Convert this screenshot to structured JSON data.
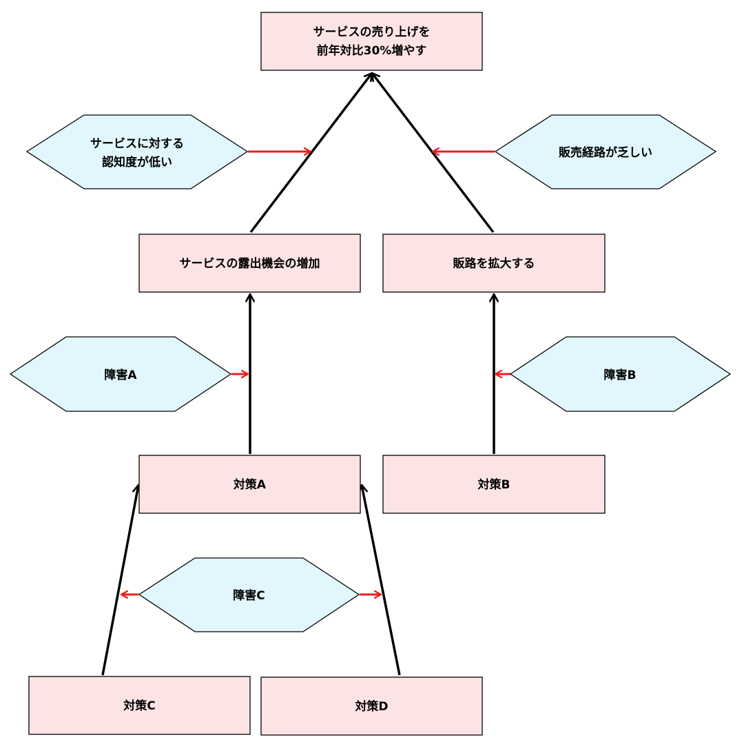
{
  "colors": {
    "box_fill": "#fde4e4",
    "hexagon_fill": "#e1f7fd",
    "stroke": "#000000",
    "contribution_arrow": "#000000",
    "obstacle_arrow": "#ee1c1c"
  },
  "nodes": {
    "goal": {
      "lines": [
        "サービスの売り上げを",
        "前年対比30%増やす"
      ]
    },
    "sub_goal_exposure": {
      "lines": [
        "サービスの露出機会の増加"
      ]
    },
    "sub_goal_channel": {
      "lines": [
        "販路を拡大する"
      ]
    },
    "measure_a": {
      "lines": [
        "対策A"
      ]
    },
    "measure_b": {
      "lines": [
        "対策B"
      ]
    },
    "measure_c": {
      "lines": [
        "対策C"
      ]
    },
    "measure_d": {
      "lines": [
        "対策D"
      ]
    },
    "obstacle_awareness": {
      "lines": [
        "サービスに対する",
        "認知度が低い"
      ]
    },
    "obstacle_channel": {
      "lines": [
        "販売経路が乏しい"
      ]
    },
    "obstacle_a": {
      "lines": [
        "障害A"
      ]
    },
    "obstacle_b": {
      "lines": [
        "障害B"
      ]
    },
    "obstacle_c": {
      "lines": [
        "障害C"
      ]
    }
  },
  "edges": [
    {
      "from": "sub_goal_exposure",
      "to": "goal",
      "kind": "contribution"
    },
    {
      "from": "sub_goal_channel",
      "to": "goal",
      "kind": "contribution"
    },
    {
      "from": "measure_a",
      "to": "sub_goal_exposure",
      "kind": "contribution"
    },
    {
      "from": "measure_b",
      "to": "sub_goal_channel",
      "kind": "contribution"
    },
    {
      "from": "measure_c",
      "to": "measure_a",
      "kind": "contribution"
    },
    {
      "from": "measure_d",
      "to": "measure_a",
      "kind": "contribution"
    },
    {
      "from": "obstacle_awareness",
      "to": "sub_goal_exposure->goal",
      "kind": "obstacle"
    },
    {
      "from": "obstacle_channel",
      "to": "sub_goal_channel->goal",
      "kind": "obstacle"
    },
    {
      "from": "obstacle_a",
      "to": "measure_a->sub_goal_exposure",
      "kind": "obstacle"
    },
    {
      "from": "obstacle_b",
      "to": "measure_b->sub_goal_channel",
      "kind": "obstacle"
    },
    {
      "from": "obstacle_c",
      "to": "measure_c->measure_a",
      "kind": "obstacle"
    },
    {
      "from": "obstacle_c",
      "to": "measure_d->measure_a",
      "kind": "obstacle"
    }
  ]
}
